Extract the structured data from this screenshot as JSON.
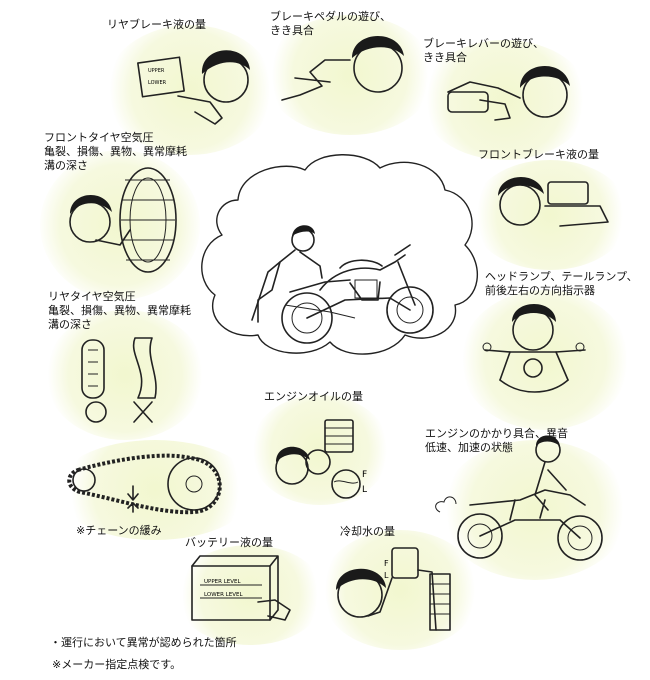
{
  "labels": {
    "rear_brake_fluid": "リヤブレーキ液の量",
    "brake_pedal": "ブレーキペダルの遊び、\nきき具合",
    "brake_lever": "ブレーキレバーの遊び、\nきき具合",
    "front_tire": "フロントタイヤ空気圧\n亀裂、損傷、異物、異常摩耗\n溝の深さ",
    "front_brake_fluid": "フロントブレーキ液の量",
    "lamps": "ヘッドランプ、テールランプ、\n前後左右の方向指示器",
    "rear_tire": "リヤタイヤ空気圧\n亀裂、損傷、異物、異常摩耗\n溝の深さ",
    "engine_oil": "エンジンオイルの量",
    "engine_start": "エンジンのかかり具合、異音\n低速、加速の状態",
    "chain": "※チェーンの緩み",
    "battery": "バッテリー液の量",
    "coolant": "冷却水の量"
  },
  "footnotes": {
    "abnormal": "・運行において異常が認められた箇所",
    "maker": "※メーカー指定点検です。"
  },
  "drawing_text": {
    "reservoir_upper": "UPPER",
    "reservoir_lower": "LOWER",
    "battery_upper": "UPPER LEVEL",
    "battery_lower": "LOWER LEVEL",
    "oil_f": "F",
    "oil_l": "L",
    "coolant_f": "F",
    "coolant_l": "L"
  },
  "colors": {
    "blob": "#f4f8d6",
    "ink": "#222222"
  }
}
